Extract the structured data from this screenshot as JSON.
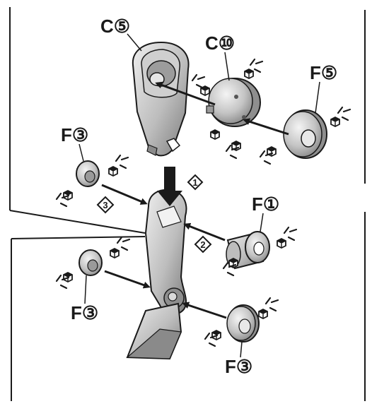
{
  "labels": {
    "c5": "C⑤",
    "c10": "C⑩",
    "f5": "F⑤",
    "f3_top": "F③",
    "f1": "F①",
    "f3_left": "F③",
    "f3_bottom": "F③"
  },
  "steps": {
    "s1": "1",
    "s2": "2",
    "s3": "3"
  },
  "colors": {
    "part_light": "#d6d6d6",
    "part_mid": "#a8a8a8",
    "part_dark": "#6e6e6e",
    "outline": "#1a1a1a",
    "frame": "#1a1a1a"
  }
}
